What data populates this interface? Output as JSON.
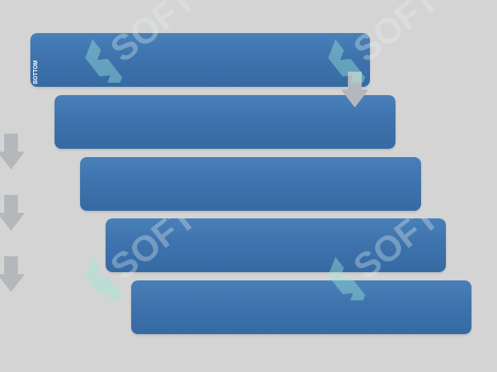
{
  "diagram": {
    "steps": [
      {
        "id": 1,
        "label": ""
      },
      {
        "id": 2,
        "label": ""
      },
      {
        "id": 3,
        "label": ""
      },
      {
        "id": 4,
        "label": ""
      },
      {
        "id": 5,
        "label": ""
      }
    ],
    "first_box_side_label": "BOTTOM",
    "colors": {
      "background": "#d4d4d4",
      "box_fill": "#3e73ad",
      "arrow_fill": "#b4b8bd",
      "watermark_glyph": "#9ee8d8"
    },
    "icons": {
      "arrow": "down-arrow-icon",
      "watermark": "logo-watermark-icon"
    }
  },
  "watermark": {
    "text": "SOFT"
  }
}
